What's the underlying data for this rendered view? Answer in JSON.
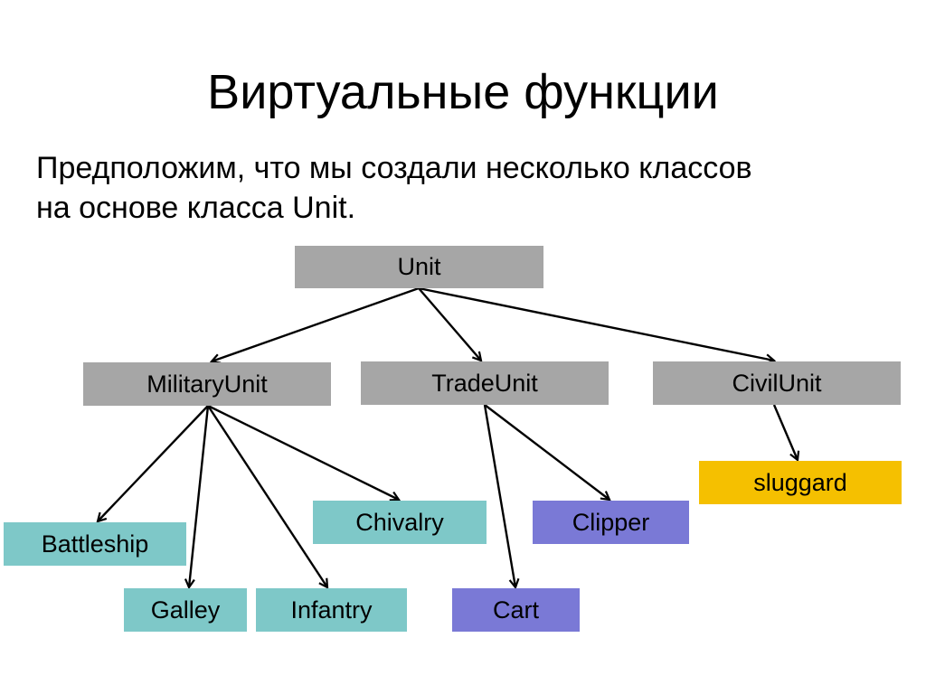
{
  "slide": {
    "title": "Виртуальные функции",
    "text_line1": "Предположим, что мы создали несколько классов",
    "text_line2": "на основе класса Unit."
  },
  "diagram": {
    "nodes": {
      "unit": "Unit",
      "military_unit": "MilitaryUnit",
      "trade_unit": "TradeUnit",
      "civil_unit": "CivilUnit",
      "battleship": "Battleship",
      "galley": "Galley",
      "infantry": "Infantry",
      "chivalry": "Chivalry",
      "cart": "Cart",
      "clipper": "Clipper",
      "sluggard": "sluggard"
    },
    "edges": [
      [
        "unit",
        "military_unit"
      ],
      [
        "unit",
        "trade_unit"
      ],
      [
        "unit",
        "civil_unit"
      ],
      [
        "military_unit",
        "battleship"
      ],
      [
        "military_unit",
        "galley"
      ],
      [
        "military_unit",
        "infantry"
      ],
      [
        "military_unit",
        "chivalry"
      ],
      [
        "trade_unit",
        "cart"
      ],
      [
        "trade_unit",
        "clipper"
      ],
      [
        "civil_unit",
        "sluggard"
      ]
    ],
    "colors": {
      "base_class": "#a6a6a6",
      "military_children": "#7ec8c8",
      "trade_children": "#7a79d6",
      "civil_children": "#f5c000"
    }
  }
}
